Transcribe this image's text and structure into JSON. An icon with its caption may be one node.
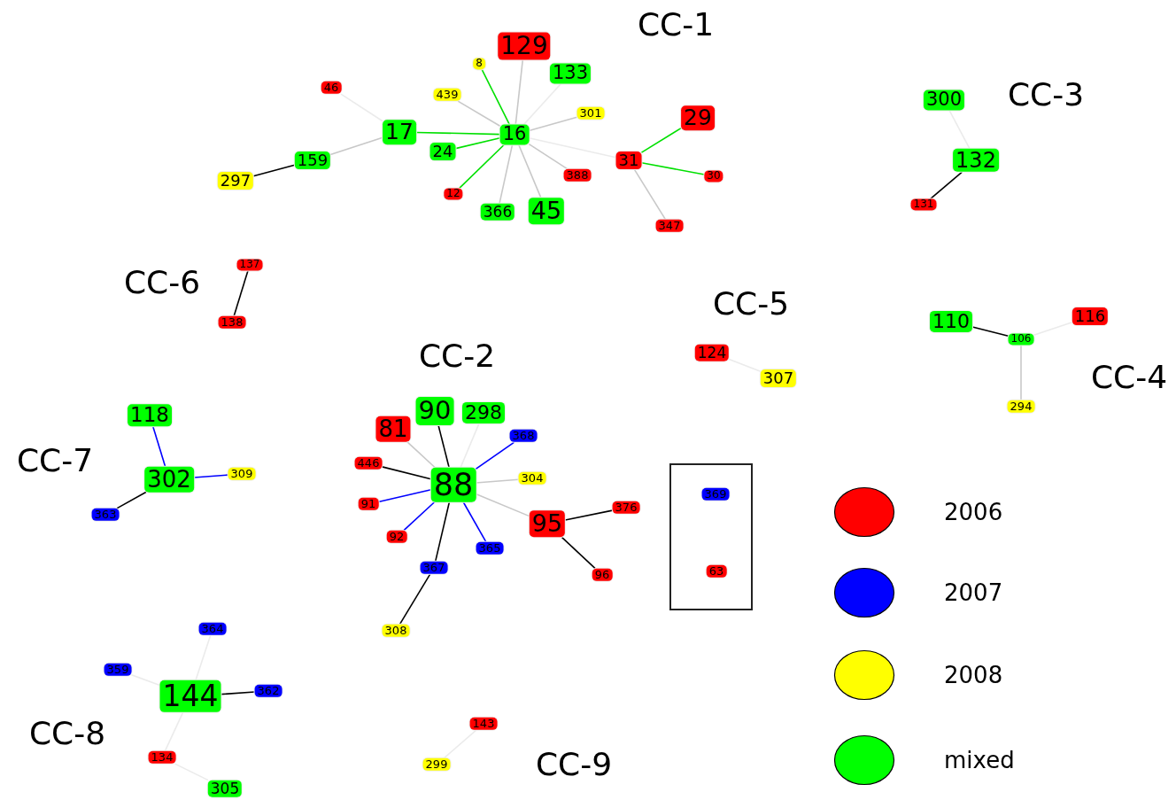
{
  "diagram": {
    "nodes": [
      {
        "text": [
          "129"
        ]
      },
      {
        "text": [
          "8"
        ]
      },
      {
        "text": [
          "133"
        ]
      },
      {
        "text": [
          "46"
        ]
      },
      {
        "text": [
          "439"
        ]
      },
      {
        "text": [
          "301"
        ]
      },
      {
        "text": [
          "29"
        ]
      },
      {
        "text": [
          "17"
        ]
      },
      {
        "text": [
          "16"
        ]
      },
      {
        "text": [
          "24"
        ]
      },
      {
        "text": [
          "159"
        ]
      },
      {
        "text": [
          "31"
        ]
      },
      {
        "text": [
          "388"
        ]
      },
      {
        "text": [
          "30"
        ]
      },
      {
        "text": [
          "297"
        ]
      },
      {
        "text": [
          "12"
        ]
      },
      {
        "text": [
          "366"
        ]
      },
      {
        "text": [
          "45"
        ]
      },
      {
        "text": [
          "347"
        ]
      },
      {
        "text": [
          "300"
        ]
      },
      {
        "text": [
          "132"
        ]
      },
      {
        "text": [
          "131"
        ]
      },
      {
        "text": [
          "137"
        ]
      },
      {
        "text": [
          "138"
        ]
      },
      {
        "text": [
          "110"
        ]
      },
      {
        "text": [
          "116"
        ]
      },
      {
        "text": [
          "106"
        ]
      },
      {
        "text": [
          "294"
        ]
      },
      {
        "text": [
          "124"
        ]
      },
      {
        "text": [
          "307"
        ]
      },
      {
        "text": [
          "118"
        ]
      },
      {
        "text": [
          "302"
        ]
      },
      {
        "text": [
          "309"
        ]
      },
      {
        "text": [
          "363"
        ]
      },
      {
        "text": [
          "81"
        ]
      },
      {
        "text": [
          "90"
        ]
      },
      {
        "text": [
          "298"
        ]
      },
      {
        "text": [
          "368"
        ]
      },
      {
        "text": [
          "446"
        ]
      },
      {
        "text": [
          "88"
        ]
      },
      {
        "text": [
          "304"
        ]
      },
      {
        "text": [
          "91"
        ]
      },
      {
        "text": [
          "95"
        ]
      },
      {
        "text": [
          "376"
        ]
      },
      {
        "text": [
          "92"
        ]
      },
      {
        "text": [
          "365"
        ]
      },
      {
        "text": [
          "367"
        ]
      },
      {
        "text": [
          "96"
        ]
      },
      {
        "text": [
          "308"
        ]
      },
      {
        "text": [],
        "shape": "box"
      },
      {
        "text": [
          "369"
        ],
        "in": 49
      },
      {
        "text": [
          "63"
        ],
        "in": 49
      },
      {
        "text": [
          "364"
        ]
      },
      {
        "text": [
          "359"
        ]
      },
      {
        "text": [
          "144"
        ]
      },
      {
        "text": [
          "362"
        ]
      },
      {
        "text": [
          "134"
        ]
      },
      {
        "text": [
          "305"
        ]
      },
      {
        "text": [
          "143"
        ]
      },
      {
        "text": [
          "299"
        ]
      }
    ],
    "edges": [
      {
        "from": 8,
        "to": 0,
        "arrow": "none"
      },
      {
        "from": 8,
        "to": 1,
        "arrow": "none",
        "color": "#00e000"
      },
      {
        "from": 8,
        "to": 2,
        "arrow": "none",
        "color": "#ebebeb"
      },
      {
        "from": 8,
        "to": 4,
        "arrow": "none"
      },
      {
        "from": 8,
        "to": 5,
        "arrow": "none"
      },
      {
        "from": 8,
        "to": 7,
        "arrow": "none",
        "color": "#00e000"
      },
      {
        "from": 8,
        "to": 9,
        "arrow": "none",
        "color": "#00e000"
      },
      {
        "from": 8,
        "to": 15,
        "arrow": "none",
        "color": "#00e000"
      },
      {
        "from": 8,
        "to": 16,
        "arrow": "none"
      },
      {
        "from": 8,
        "to": 17,
        "arrow": "none"
      },
      {
        "from": 8,
        "to": 12,
        "arrow": "none"
      },
      {
        "from": 8,
        "to": 11,
        "arrow": "none",
        "color": "#ebebeb"
      },
      {
        "from": 7,
        "to": 3,
        "arrow": "none",
        "color": "#ebebeb"
      },
      {
        "from": 7,
        "to": 10,
        "arrow": "none"
      },
      {
        "from": 10,
        "to": 14,
        "arrow": "none",
        "color": "#000000"
      },
      {
        "from": 11,
        "to": 6,
        "arrow": "none",
        "color": "#00e000"
      },
      {
        "from": 11,
        "to": 13,
        "arrow": "none",
        "color": "#00e000"
      },
      {
        "from": 11,
        "to": 18,
        "arrow": "none"
      },
      {
        "from": 19,
        "to": 20,
        "arrow": "none",
        "color": "#ebebeb"
      },
      {
        "from": 20,
        "to": 21,
        "arrow": "none",
        "color": "#000000"
      },
      {
        "from": 22,
        "to": 23,
        "arrow": "none",
        "color": "#000000"
      },
      {
        "from": 24,
        "to": 26,
        "arrow": "none",
        "color": "#000000"
      },
      {
        "from": 26,
        "to": 25,
        "arrow": "none",
        "color": "#ebebeb"
      },
      {
        "from": 26,
        "to": 27,
        "arrow": "none"
      },
      {
        "from": 28,
        "to": 29,
        "arrow": "none",
        "color": "#ebebeb"
      },
      {
        "from": 30,
        "to": 31,
        "arrow": "none",
        "color": "#0000ff"
      },
      {
        "from": 31,
        "to": 32,
        "arrow": "none",
        "color": "#0000ff"
      },
      {
        "from": 31,
        "to": 33,
        "arrow": "none",
        "color": "#000000"
      },
      {
        "from": 39,
        "to": 34,
        "arrow": "none"
      },
      {
        "from": 39,
        "to": 35,
        "arrow": "none",
        "color": "#000000"
      },
      {
        "from": 39,
        "to": 36,
        "arrow": "none",
        "color": "#ebebeb"
      },
      {
        "from": 39,
        "to": 37,
        "arrow": "none",
        "color": "#0000ff"
      },
      {
        "from": 39,
        "to": 38,
        "arrow": "none",
        "color": "#000000"
      },
      {
        "from": 39,
        "to": 40,
        "arrow": "none"
      },
      {
        "from": 39,
        "to": 41,
        "arrow": "none",
        "color": "#0000ff"
      },
      {
        "from": 39,
        "to": 44,
        "arrow": "none",
        "color": "#0000ff"
      },
      {
        "from": 39,
        "to": 45,
        "arrow": "none",
        "color": "#0000ff"
      },
      {
        "from": 39,
        "to": 46,
        "arrow": "none",
        "color": "#000000"
      },
      {
        "from": 39,
        "to": 42,
        "arrow": "none"
      },
      {
        "from": 42,
        "to": 43,
        "arrow": "none",
        "color": "#000000"
      },
      {
        "from": 42,
        "to": 47,
        "arrow": "none",
        "color": "#000000"
      },
      {
        "from": 46,
        "to": 48,
        "arrow": "none",
        "color": "#000000"
      },
      {
        "from": 54,
        "to": 52,
        "arrow": "none",
        "color": "#ebebeb"
      },
      {
        "from": 54,
        "to": 53,
        "arrow": "none",
        "color": "#ebebeb"
      },
      {
        "from": 54,
        "to": 55,
        "arrow": "none",
        "color": "#000000"
      },
      {
        "from": 54,
        "to": 56,
        "arrow": "none",
        "color": "#ebebeb"
      },
      {
        "from": 56,
        "to": 57,
        "arrow": "none",
        "color": "#ebebeb"
      },
      {
        "from": 58,
        "to": 59,
        "arrow": "none",
        "color": "#ebebeb"
      }
    ],
    "labels": [
      "CC-1",
      "CC-3",
      "CC-6",
      "CC-5",
      "CC-2",
      "CC-4",
      "CC-7",
      "CC-8",
      "CC-9"
    ],
    "legend": [
      {
        "text": "2006",
        "color": "#ff0000"
      },
      {
        "text": "2007",
        "color": "#0000ff"
      },
      {
        "text": "2008",
        "color": "#ffff00"
      },
      {
        "text": "mixed",
        "color": "#00ff00"
      }
    ]
  }
}
